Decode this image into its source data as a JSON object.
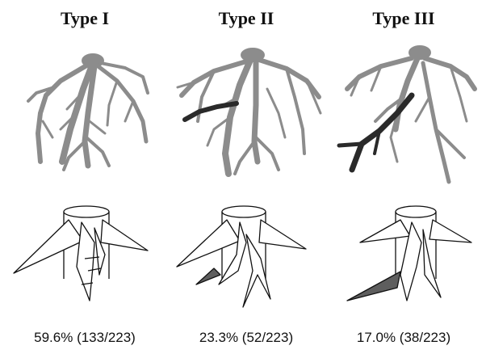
{
  "types": [
    {
      "title": "Type I",
      "caption": "59.6% (133/223)",
      "percent": 59.6,
      "count": 133,
      "total": 223
    },
    {
      "title": "Type II",
      "caption": "23.3% (52/223)",
      "percent": 23.3,
      "count": 52,
      "total": 223
    },
    {
      "title": "Type III",
      "caption": "17.0% (38/223)",
      "percent": 17.0,
      "count": 38,
      "total": 223
    }
  ],
  "colors": {
    "vessel_gray": "#8c8c8c",
    "highlight_dark": "#2a2a2a",
    "wedge_gray": "#5e5e5e",
    "outline": "#111111"
  }
}
